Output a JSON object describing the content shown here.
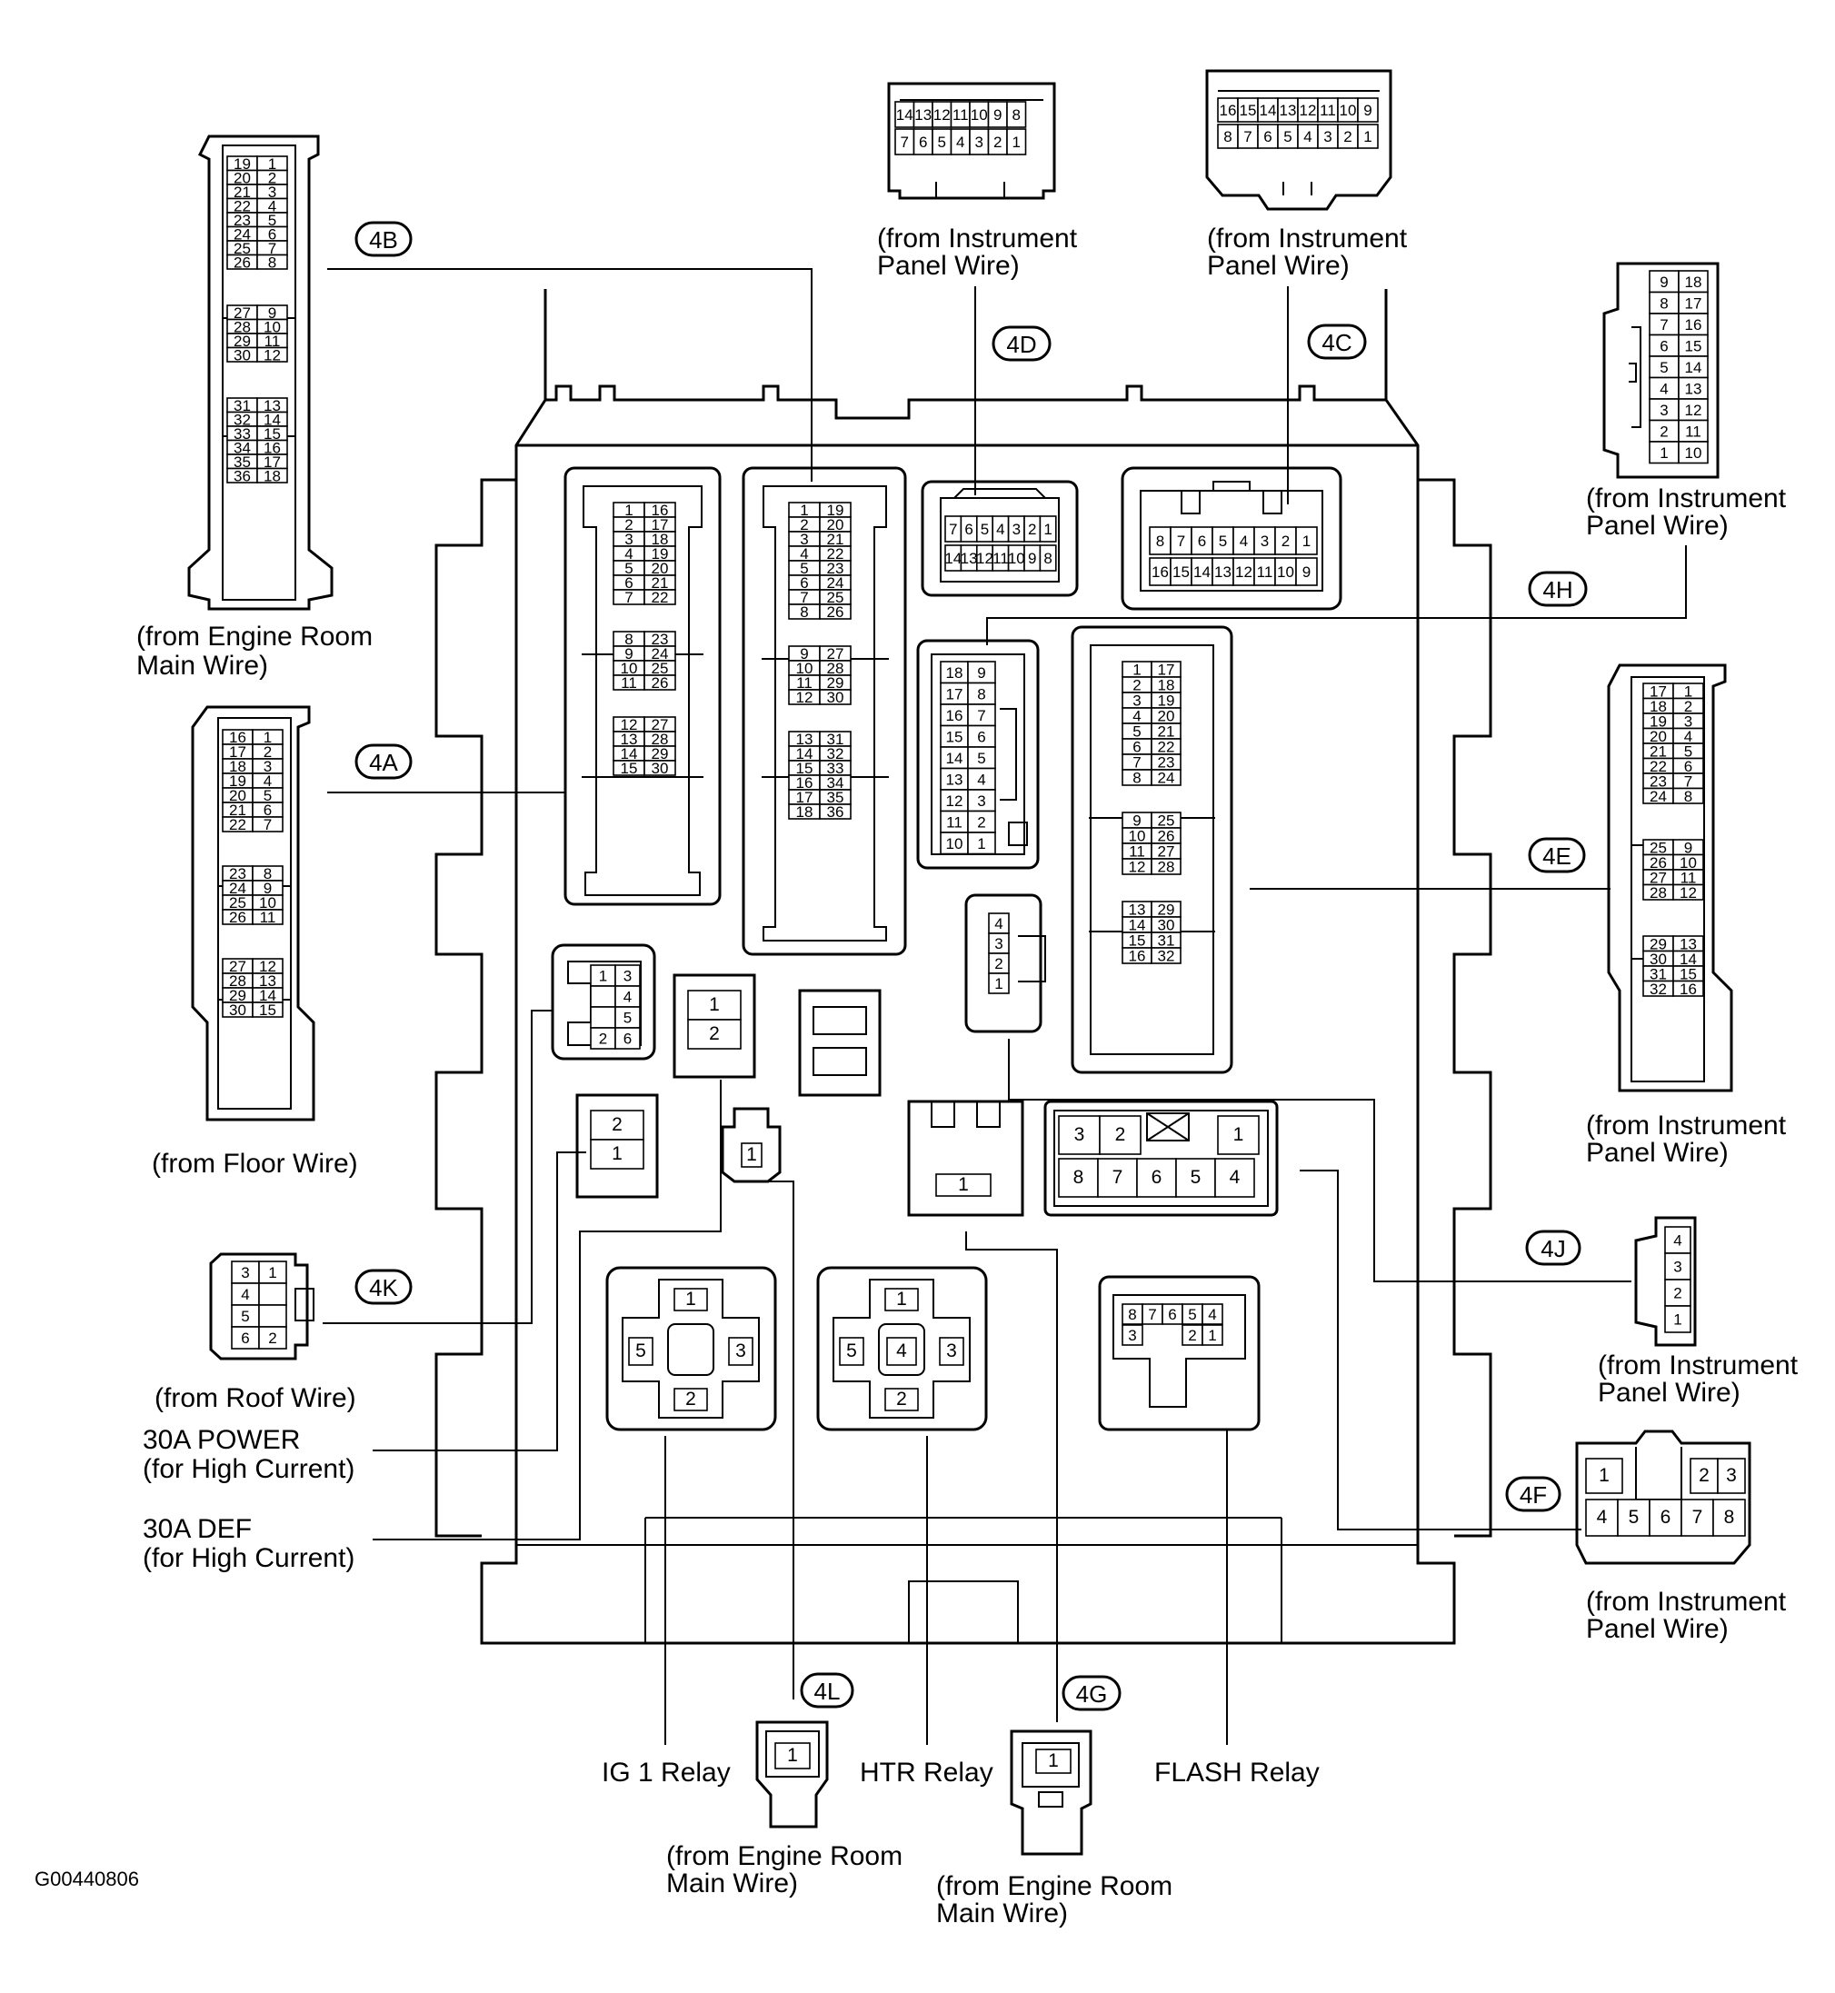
{
  "diagram_id": "G00440806",
  "connectors": {
    "c4A": {
      "id": "4A",
      "source_line1": "(from Floor Wire)",
      "source_line2": "",
      "groups": [
        [
          [
            "16",
            "1"
          ],
          [
            "17",
            "2"
          ],
          [
            "18",
            "3"
          ],
          [
            "19",
            "4"
          ],
          [
            "20",
            "5"
          ],
          [
            "21",
            "6"
          ],
          [
            "22",
            "7"
          ]
        ],
        [
          [
            "23",
            "8"
          ],
          [
            "24",
            "9"
          ],
          [
            "25",
            "10"
          ],
          [
            "26",
            "11"
          ]
        ],
        [
          [
            "27",
            "12"
          ],
          [
            "28",
            "13"
          ],
          [
            "29",
            "14"
          ],
          [
            "30",
            "15"
          ]
        ]
      ]
    },
    "c4B": {
      "id": "4B",
      "source_line1": "(from Engine Room",
      "source_line2": "Main Wire)",
      "groups": [
        [
          [
            "19",
            "1"
          ],
          [
            "20",
            "2"
          ],
          [
            "21",
            "3"
          ],
          [
            "22",
            "4"
          ],
          [
            "23",
            "5"
          ],
          [
            "24",
            "6"
          ],
          [
            "25",
            "7"
          ],
          [
            "26",
            "8"
          ]
        ],
        [
          [
            "27",
            "9"
          ],
          [
            "28",
            "10"
          ],
          [
            "29",
            "11"
          ],
          [
            "30",
            "12"
          ]
        ],
        [
          [
            "31",
            "13"
          ],
          [
            "32",
            "14"
          ],
          [
            "33",
            "15"
          ],
          [
            "34",
            "16"
          ],
          [
            "35",
            "17"
          ],
          [
            "36",
            "18"
          ]
        ]
      ]
    },
    "c4C": {
      "id": "4C",
      "source_line1": "(from Instrument",
      "source_line2": "Panel Wire)",
      "top": [
        "16",
        "15",
        "14",
        "13",
        "12",
        "11",
        "10",
        "9"
      ],
      "bottom": [
        "8",
        "7",
        "6",
        "5",
        "4",
        "3",
        "2",
        "1"
      ]
    },
    "c4D": {
      "id": "4D",
      "source_line1": "(from Instrument",
      "source_line2": "Panel Wire)",
      "top": [
        "14",
        "13",
        "12",
        "11",
        "10",
        "9",
        "8"
      ],
      "bottom": [
        "7",
        "6",
        "5",
        "4",
        "3",
        "2",
        "1"
      ]
    },
    "c4E": {
      "id": "4E",
      "source_line1": "(from Instrument",
      "source_line2": "Panel Wire)",
      "groups": [
        [
          [
            "17",
            "1"
          ],
          [
            "18",
            "2"
          ],
          [
            "19",
            "3"
          ],
          [
            "20",
            "4"
          ],
          [
            "21",
            "5"
          ],
          [
            "22",
            "6"
          ],
          [
            "23",
            "7"
          ],
          [
            "24",
            "8"
          ]
        ],
        [
          [
            "25",
            "9"
          ],
          [
            "26",
            "10"
          ],
          [
            "27",
            "11"
          ],
          [
            "28",
            "12"
          ]
        ],
        [
          [
            "29",
            "13"
          ],
          [
            "30",
            "14"
          ],
          [
            "31",
            "15"
          ],
          [
            "32",
            "16"
          ]
        ]
      ]
    },
    "c4F": {
      "id": "4F",
      "source_line1": "(from Instrument",
      "source_line2": "Panel Wire)",
      "top": [
        "1",
        "2",
        "3"
      ],
      "bottom": [
        "4",
        "5",
        "6",
        "7",
        "8"
      ]
    },
    "c4G": {
      "id": "4G",
      "source_line1": "(from Engine Room",
      "source_line2": "Main Wire)",
      "pin": "1"
    },
    "c4H": {
      "id": "4H",
      "source_line1": "(from Instrument",
      "source_line2": "Panel Wire)",
      "rows": [
        [
          "9",
          "18"
        ],
        [
          "8",
          "17"
        ],
        [
          "7",
          "16"
        ],
        [
          "6",
          "15"
        ],
        [
          "5",
          "14"
        ],
        [
          "4",
          "13"
        ],
        [
          "3",
          "12"
        ],
        [
          "2",
          "11"
        ],
        [
          "1",
          "10"
        ]
      ]
    },
    "c4J": {
      "id": "4J",
      "source_line1": "(from Instrument",
      "source_line2": "Panel Wire)",
      "pins": [
        "4",
        "3",
        "2",
        "1"
      ]
    },
    "c4K": {
      "id": "4K",
      "source_line1": "(from Roof Wire)",
      "source_line2": "",
      "rows": [
        [
          "3",
          "1"
        ],
        [
          "4",
          ""
        ],
        [
          "5",
          ""
        ],
        [
          "6",
          "2"
        ]
      ]
    },
    "c4L": {
      "id": "4L",
      "source_line1": "(from Engine Room",
      "source_line2": "Main Wire)",
      "pin": "1"
    }
  },
  "block": {
    "s4A": {
      "groups": [
        [
          [
            "1",
            "16"
          ],
          [
            "2",
            "17"
          ],
          [
            "3",
            "18"
          ],
          [
            "4",
            "19"
          ],
          [
            "5",
            "20"
          ],
          [
            "6",
            "21"
          ],
          [
            "7",
            "22"
          ]
        ],
        [
          [
            "8",
            "23"
          ],
          [
            "9",
            "24"
          ],
          [
            "10",
            "25"
          ],
          [
            "11",
            "26"
          ]
        ],
        [
          [
            "12",
            "27"
          ],
          [
            "13",
            "28"
          ],
          [
            "14",
            "29"
          ],
          [
            "15",
            "30"
          ]
        ]
      ]
    },
    "s4B": {
      "groups": [
        [
          [
            "1",
            "19"
          ],
          [
            "2",
            "20"
          ],
          [
            "3",
            "21"
          ],
          [
            "4",
            "22"
          ],
          [
            "5",
            "23"
          ],
          [
            "6",
            "24"
          ],
          [
            "7",
            "25"
          ],
          [
            "8",
            "26"
          ]
        ],
        [
          [
            "9",
            "27"
          ],
          [
            "10",
            "28"
          ],
          [
            "11",
            "29"
          ],
          [
            "12",
            "30"
          ]
        ],
        [
          [
            "13",
            "31"
          ],
          [
            "14",
            "32"
          ],
          [
            "15",
            "33"
          ],
          [
            "16",
            "34"
          ],
          [
            "17",
            "35"
          ],
          [
            "18",
            "36"
          ]
        ]
      ]
    },
    "s4D": {
      "top": [
        "7",
        "6",
        "5",
        "4",
        "3",
        "2",
        "1"
      ],
      "bottom": [
        "14",
        "13",
        "12",
        "11",
        "10",
        "9",
        "8"
      ]
    },
    "s4C": {
      "top": [
        "8",
        "7",
        "6",
        "5",
        "4",
        "3",
        "2",
        "1"
      ],
      "bottom": [
        "16",
        "15",
        "14",
        "13",
        "12",
        "11",
        "10",
        "9"
      ]
    },
    "s4H": {
      "rows": [
        [
          "18",
          "9"
        ],
        [
          "17",
          "8"
        ],
        [
          "16",
          "7"
        ],
        [
          "15",
          "6"
        ],
        [
          "14",
          "5"
        ],
        [
          "13",
          "4"
        ],
        [
          "12",
          "3"
        ],
        [
          "11",
          "2"
        ],
        [
          "10",
          "1"
        ]
      ]
    },
    "s4E": {
      "groups": [
        [
          [
            "1",
            "17"
          ],
          [
            "2",
            "18"
          ],
          [
            "3",
            "19"
          ],
          [
            "4",
            "20"
          ],
          [
            "5",
            "21"
          ],
          [
            "6",
            "22"
          ],
          [
            "7",
            "23"
          ],
          [
            "8",
            "24"
          ]
        ],
        [
          [
            "9",
            "25"
          ],
          [
            "10",
            "26"
          ],
          [
            "11",
            "27"
          ],
          [
            "12",
            "28"
          ]
        ],
        [
          [
            "13",
            "29"
          ],
          [
            "14",
            "30"
          ],
          [
            "15",
            "31"
          ],
          [
            "16",
            "32"
          ]
        ]
      ]
    },
    "s4J": {
      "pins": [
        "4",
        "3",
        "2",
        "1"
      ]
    },
    "s4K": {
      "rows": [
        [
          "1",
          "3"
        ],
        [
          "",
          "4"
        ],
        [
          "",
          "5"
        ],
        [
          "2",
          "6"
        ]
      ]
    },
    "s_def": {
      "pins": [
        "1",
        "2"
      ]
    },
    "s_power": {
      "pins": [
        "2",
        "1"
      ]
    },
    "s4L": {
      "pin": "1"
    },
    "s4G": {
      "pin": "1"
    },
    "s4F": {
      "top": [
        "3",
        "2",
        "",
        "1"
      ],
      "bottom": [
        "8",
        "7",
        "6",
        "5",
        "4"
      ]
    },
    "ig1": {
      "pins": [
        "1",
        "5",
        "3",
        "2"
      ]
    },
    "htr": {
      "pins": [
        "1",
        "5",
        "4",
        "3",
        "2"
      ]
    },
    "flash": {
      "top": [
        "8",
        "7",
        "6",
        "5",
        "4"
      ],
      "bottom": [
        "3",
        "2",
        "1"
      ]
    }
  },
  "labels": {
    "power_line1": "30A POWER",
    "power_line2": "(for High Current)",
    "def_line1": "30A DEF",
    "def_line2": "(for High Current)",
    "ig1_relay": "IG 1 Relay",
    "htr_relay": "HTR Relay",
    "flash_relay": "FLASH Relay"
  }
}
